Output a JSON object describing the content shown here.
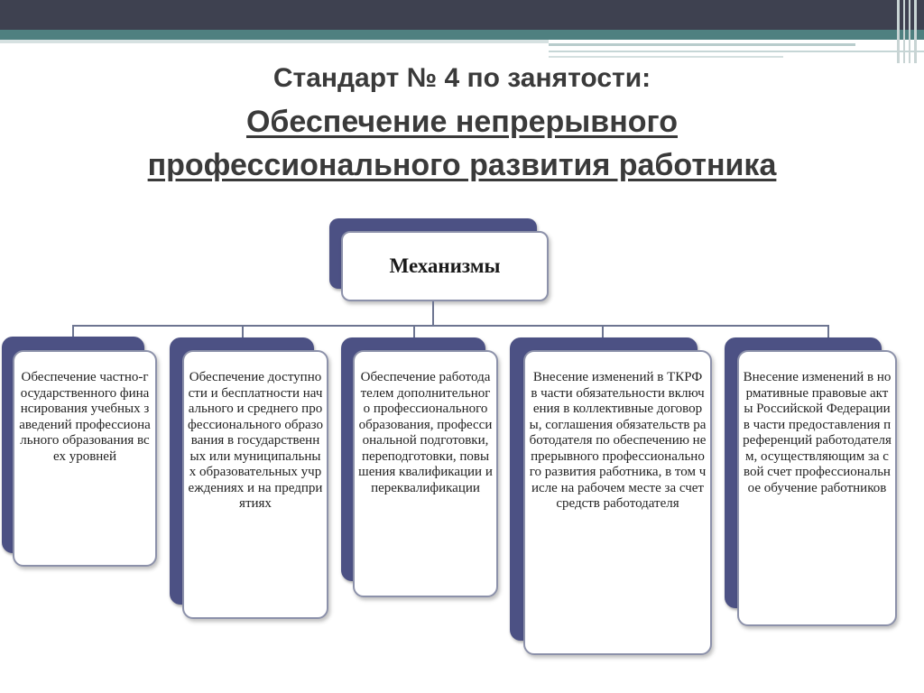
{
  "title": {
    "line1": "Стандарт № 4 по занятости:",
    "line2": "Обеспечение непрерывного",
    "line3": "профессионального развития работника"
  },
  "diagram": {
    "root": {
      "label": "Механизмы"
    },
    "children": [
      {
        "label": "Обеспечение частно-государственного финансирования учебных заведений профессионального образования всех уровней"
      },
      {
        "label": "Обеспечение доступности и бесплатности начального и среднего профессионального образования в государственных или муниципальных образовательных учреждениях и на предприятиях"
      },
      {
        "label": "Обеспечение работодателем дополнительного профессионального образования, профессиональной подготовки, переподготовки, повышения квалификации и переквалификации"
      },
      {
        "label": "Внесение изменений в ТКРФ в части обязательности включения в коллективные договоры, соглашения обязательств работодателя по обеспечению непрерывного профессионального развития работника, в том числе на рабочем месте за счет средств работодателя"
      },
      {
        "label": "Внесение изменений в нормативные правовые акты Российской Федерации в части предоставления преференций работодателям, осуществляющим за свой счет профессиональное обучение работников"
      }
    ]
  },
  "colors": {
    "accent_box": "#4c5184",
    "box_border": "#8c91aa",
    "connector": "#6d7591",
    "band_dark": "#3e4150",
    "band_teal": "#4f8080"
  }
}
